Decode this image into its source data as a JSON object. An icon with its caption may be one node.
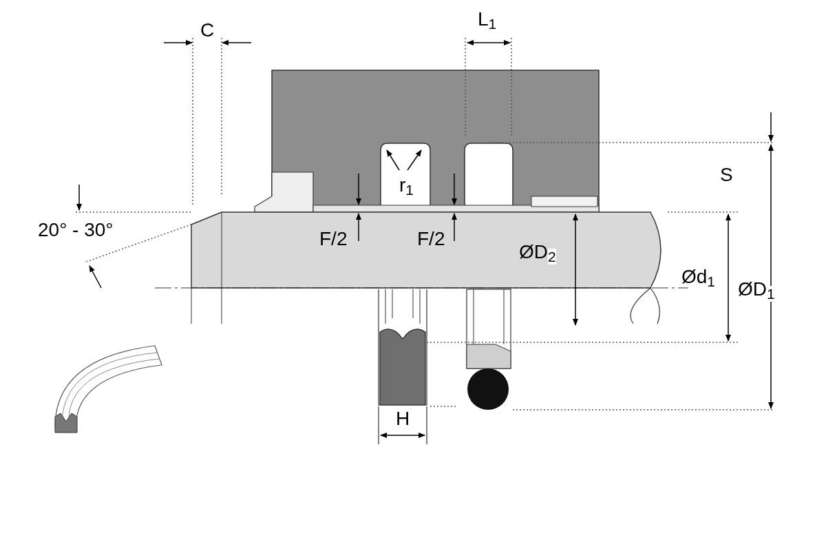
{
  "diagram": {
    "labels": [
      "C",
      "L$_{1}$",
      "S",
      "r$_{1}$",
      "F/2",
      "F/2",
      "ØD$_{2}$",
      "Ød$_{1}$",
      "ØD$_{1}$",
      "20° - 30°",
      "H"
    ]
  }
}
